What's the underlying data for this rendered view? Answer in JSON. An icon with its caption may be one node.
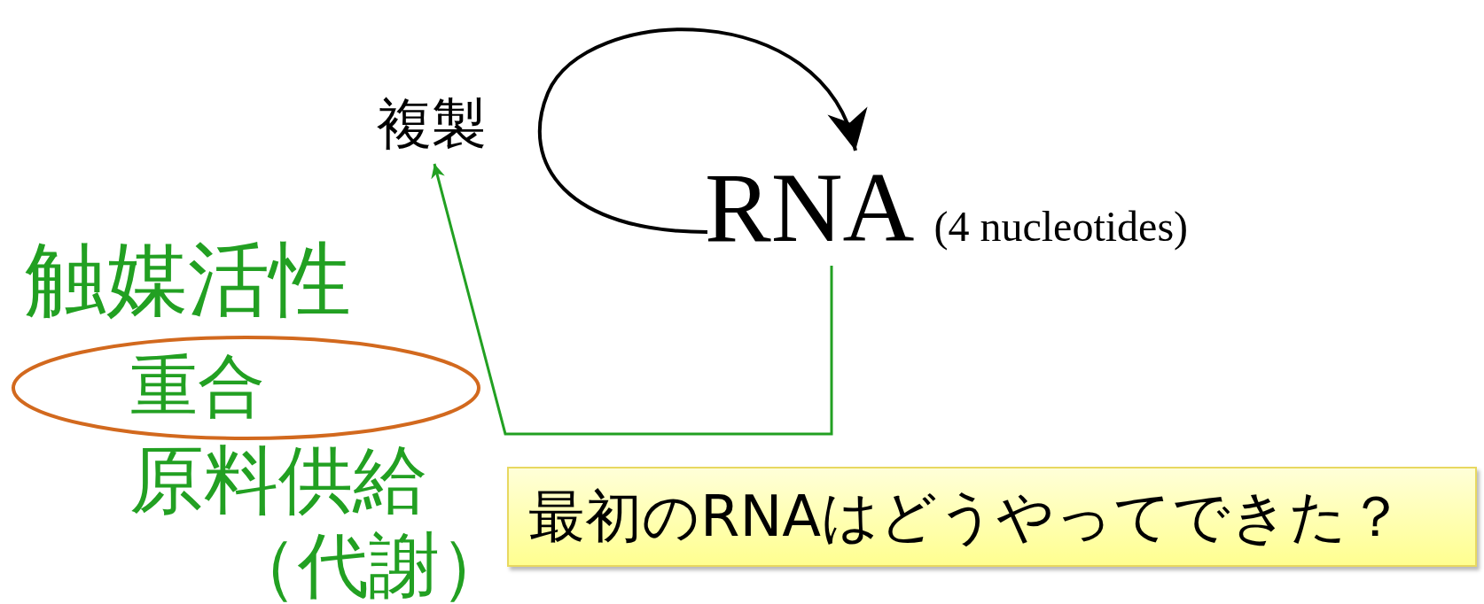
{
  "diagram": {
    "nodes": [
      {
        "text": [
          "複製"
        ]
      },
      {
        "text": [
          "RNA"
        ],
        "beside": [
          "(4 nucleotides)"
        ]
      },
      {
        "text": [
          "重合"
        ]
      },
      {
        "text": [
          "最初のRNAはどうやってできた？"
        ]
      }
    ],
    "edges": [
      {
        "from": 1,
        "to": 1,
        "arrow": "to",
        "color": "#000000"
      },
      {
        "from": 1,
        "to": 0,
        "arrow": "to",
        "color": "#22a022"
      }
    ],
    "labels": [
      "触媒活性",
      "原料供給",
      "（代謝）"
    ]
  }
}
